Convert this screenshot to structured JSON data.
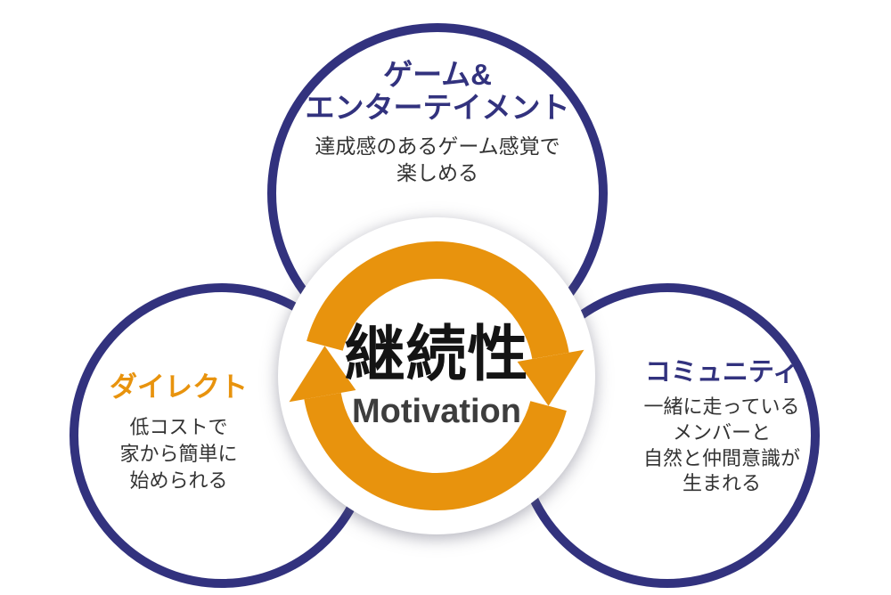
{
  "center": {
    "title": "継続性",
    "subtitle": "Motivation"
  },
  "nodes": {
    "top": {
      "heading_lines": [
        "ゲーム&",
        "エンターテイメント"
      ],
      "body_lines": [
        "達成感のあるゲーム感覚で",
        "楽しめる"
      ]
    },
    "left": {
      "heading_lines": [
        "ダイレクト"
      ],
      "body_lines": [
        "低コストで",
        "家から簡単に",
        "始められる"
      ]
    },
    "right": {
      "heading_lines": [
        "コミュニティ"
      ],
      "body_lines": [
        "一緒に走っている",
        "メンバーと",
        "自然と仲間意識が",
        "生まれる"
      ]
    }
  },
  "colors": {
    "outline_indigo": "#32327e",
    "accent_orange": "#e8930d",
    "body_text": "#333333"
  }
}
